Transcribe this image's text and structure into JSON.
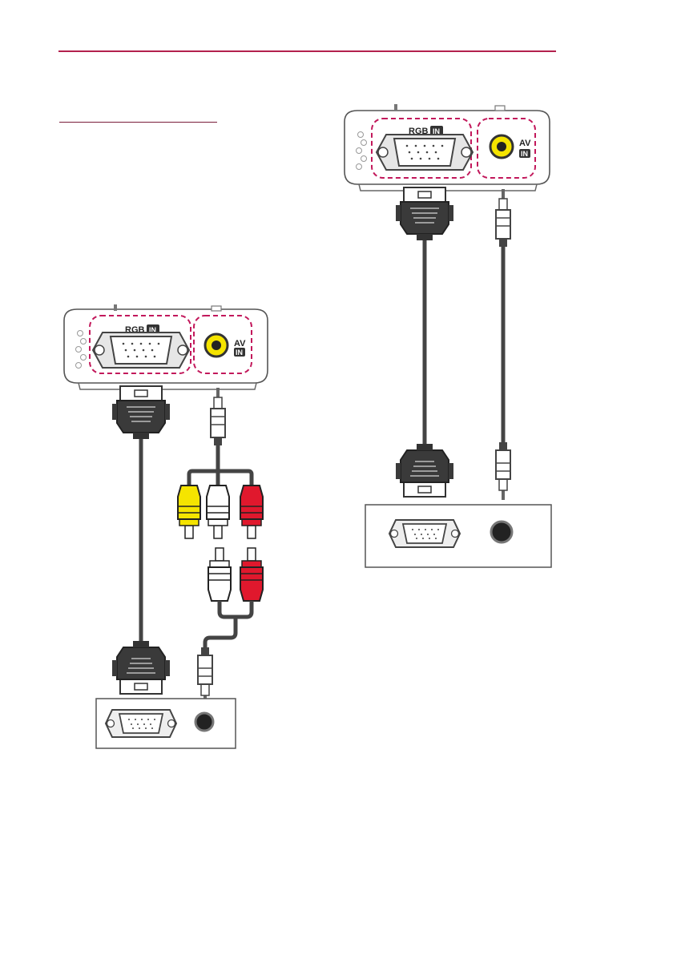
{
  "projector": {
    "rgb_label": "RGB",
    "in_label": "IN",
    "av_label": "AV"
  },
  "colors": {
    "rule": "#b3214d",
    "dashed_highlight": "#c2185b",
    "rca_yellow": "#f5e400",
    "rca_red": "#e0182d",
    "rca_white": "#ffffff",
    "cable": "#4a4a4a"
  }
}
